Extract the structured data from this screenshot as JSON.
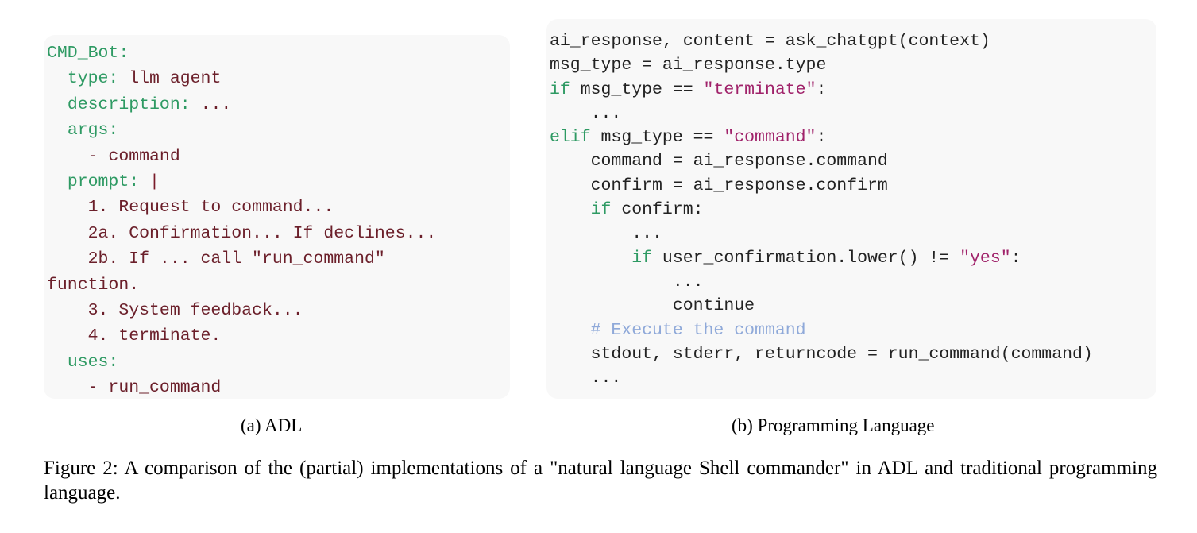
{
  "adl": {
    "bot_name": "CMD_Bot:",
    "type_key": "type:",
    "type_val": " llm agent",
    "description_key": "description:",
    "description_val": " ...",
    "args_key": "args:",
    "args_item": "- command",
    "prompt_key": "prompt:",
    "prompt_cursor": "|",
    "steps": [
      "1. Request to command...",
      "2a. Confirmation... If declines...",
      "2b. If ... call \"run_command\"",
      "function.",
      "3. System feedback...",
      "4. terminate."
    ],
    "uses_key": "uses:",
    "uses_item": "- run_command"
  },
  "code": {
    "l1": "ai_response, content = ask_chatgpt(context)",
    "l2": "msg_type = ai_response.type",
    "l3_kw": "if",
    "l3_a": " msg_type == ",
    "l3_str": "\"terminate\"",
    "l3_b": ":",
    "l4": "...",
    "l5_kw": "elif",
    "l5_a": " msg_type == ",
    "l5_str": "\"command\"",
    "l5_b": ":",
    "l6": "command = ai_response.command",
    "l7": "confirm = ai_response.confirm",
    "l8_kw": "if",
    "l8_a": " confirm:",
    "l9": "...",
    "l10_kw": "if",
    "l10_a": " user_confirmation.lower() != ",
    "l10_str": "\"yes\"",
    "l10_b": ":",
    "l11": "...",
    "l12": "continue",
    "l13_comment": "# Execute the command",
    "l14": "stdout, stderr, returncode = run_command(command)",
    "l15": "..."
  },
  "captions": {
    "a": "(a) ADL",
    "b": "(b) Programming Language",
    "figure": "Figure 2:  A comparison of the (partial) implementations of a \"natural language Shell commander\" in ADL and traditional programming language."
  },
  "colors": {
    "key_green": "#2e9a63",
    "value_maroon": "#6b1f2a",
    "string_magenta": "#a0226a",
    "comment_blue": "#8fa9d9",
    "panel_bg": "#f8f8f8"
  }
}
